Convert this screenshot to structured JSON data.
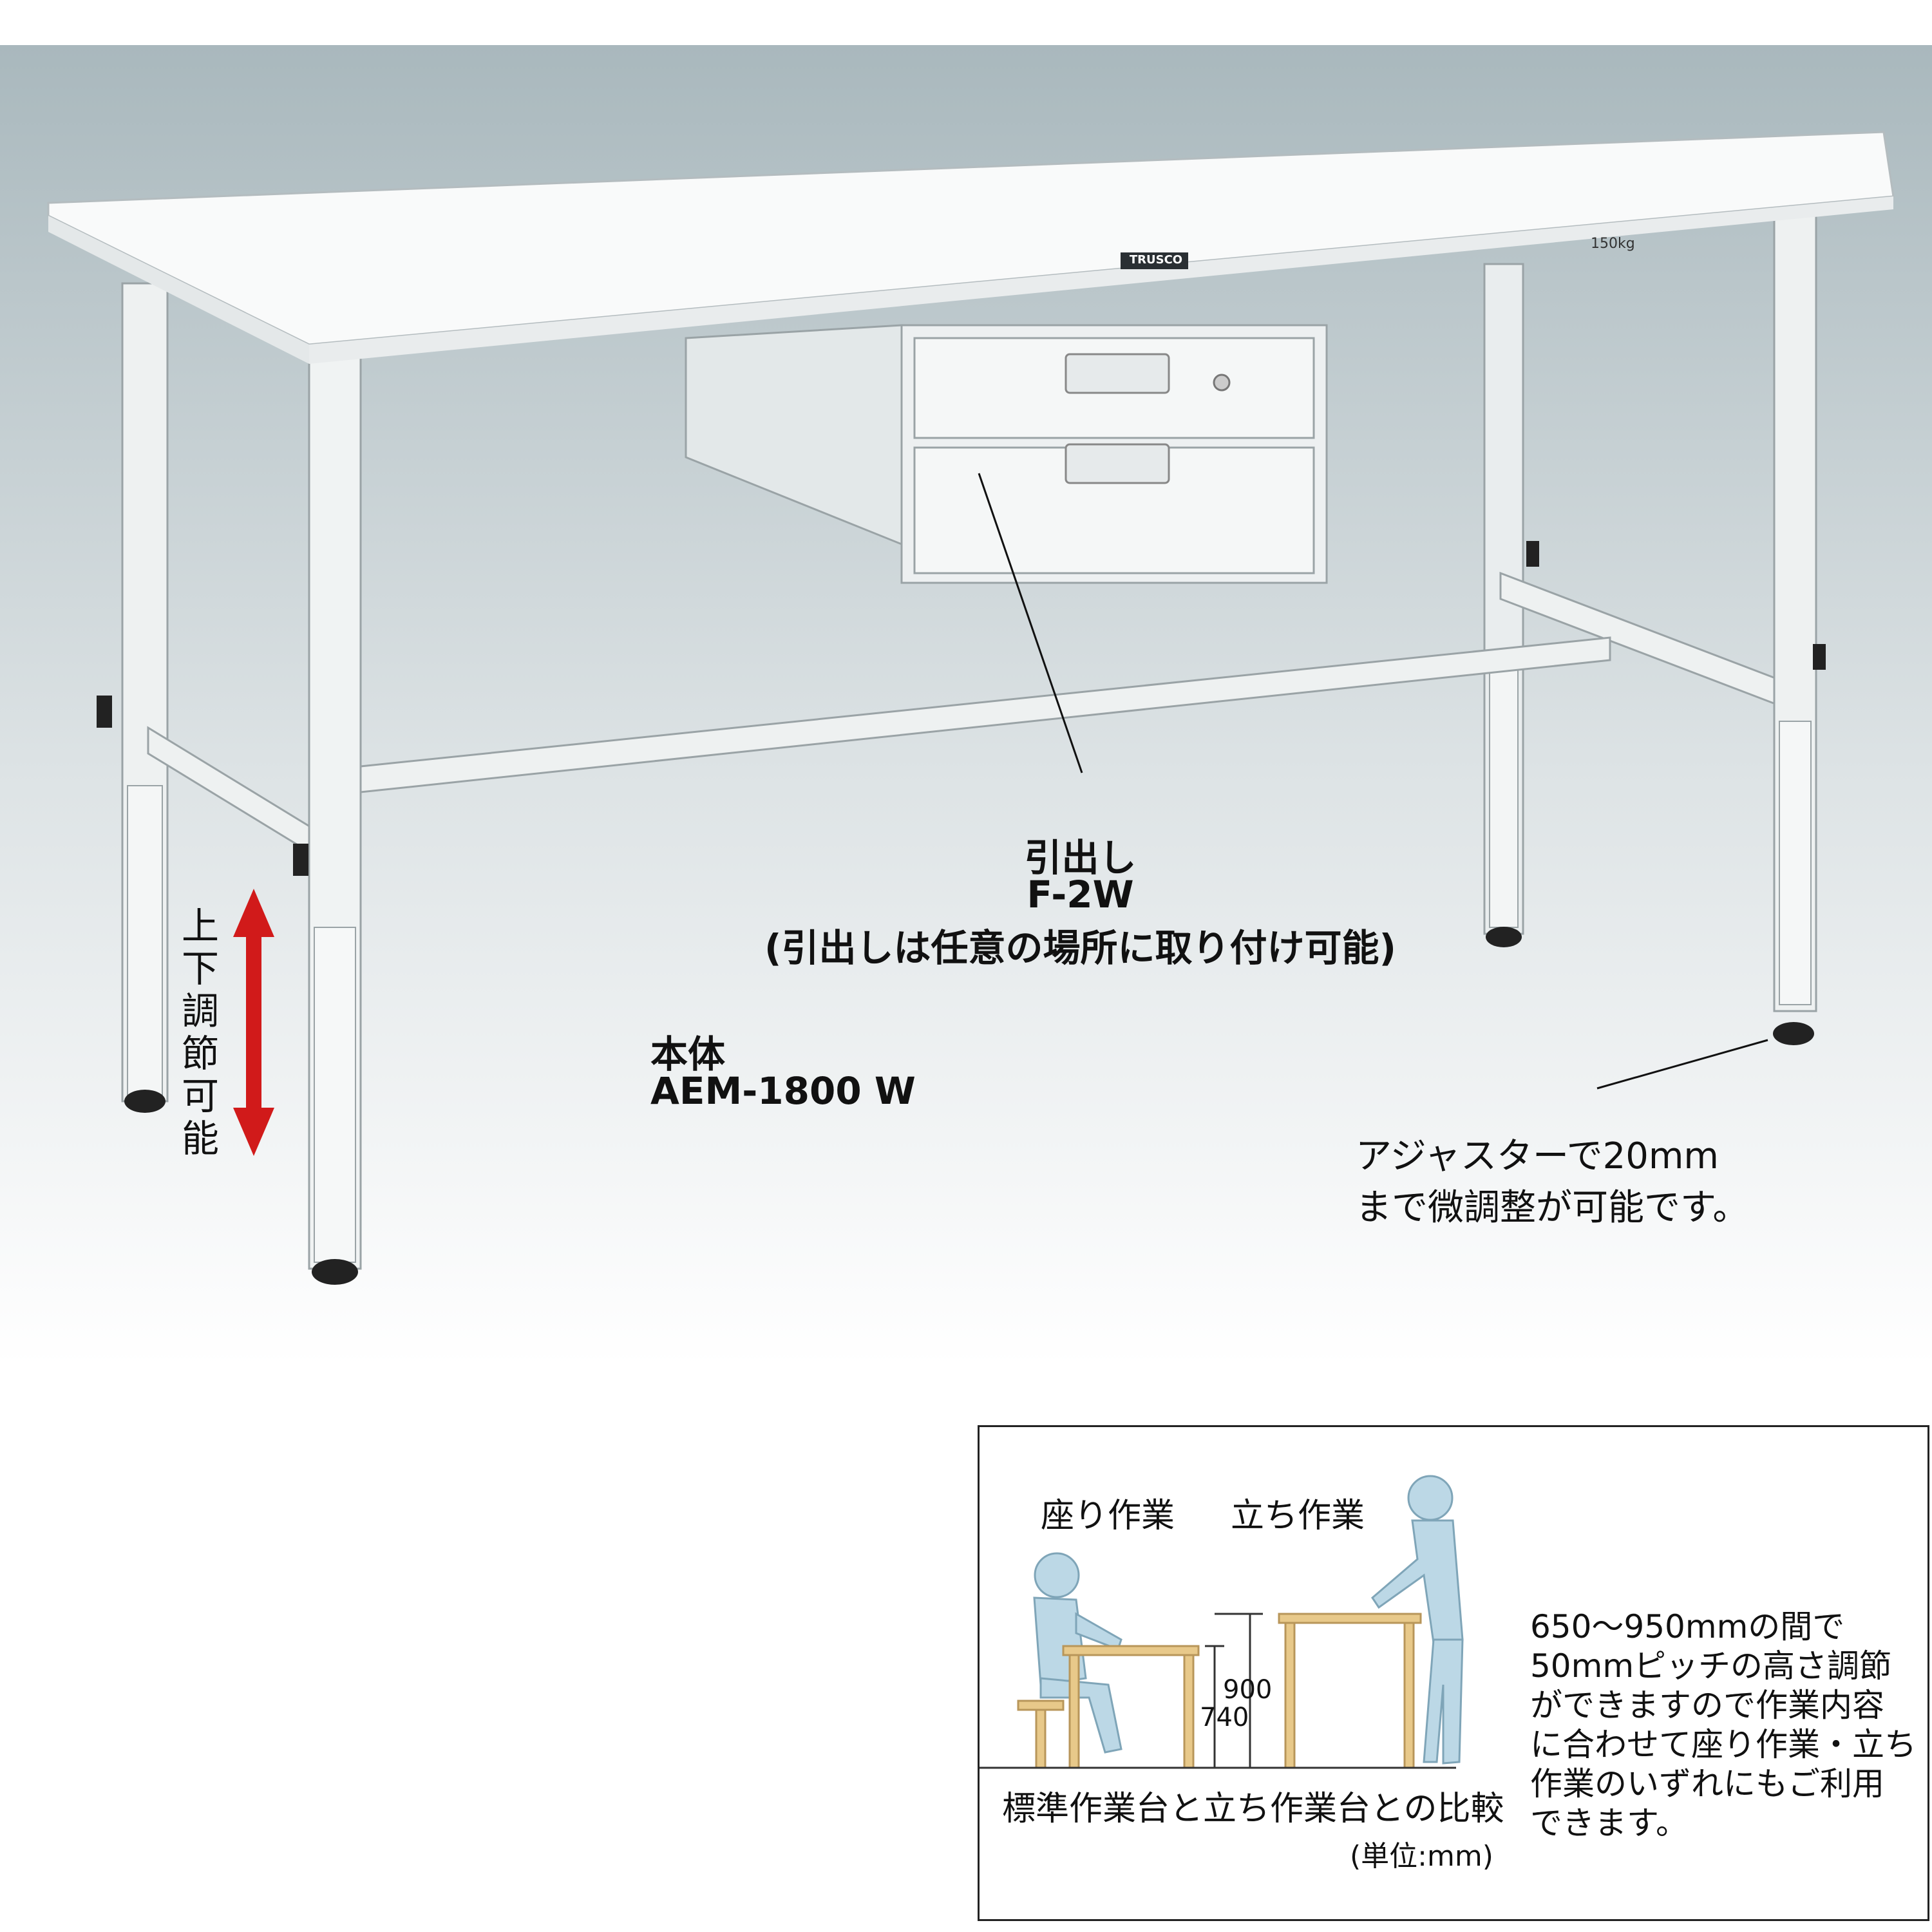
{
  "brand": {
    "logo_text": "TRUSCO"
  },
  "table_plate": {
    "capacity_text": "150kg"
  },
  "callouts": {
    "drawer_title": "引出し",
    "drawer_model": "F-2W",
    "drawer_note": "(引出しは任意の場所に取り付け可能)",
    "body_title": "本体",
    "body_model": "AEM-1800 W",
    "vertical_adjust_chars": [
      "上",
      "下",
      "調",
      "節",
      "可",
      "能"
    ],
    "adjuster_line1": "アジャスターで20mm",
    "adjuster_line2": "まで微調整が可能です。"
  },
  "inset": {
    "sitting_label": "座り作業",
    "standing_label": "立ち作業",
    "height_standing": "900",
    "height_sitting": "740",
    "caption": "標準作業台と立ち作業台との比較",
    "unit": "(単位:mm)",
    "description_lines": [
      "650～950mmの間で",
      "50mmピッチの高さ調節",
      "ができますので作業内容",
      "に合わせて座り作業・立ち",
      "作業のいずれにもご利用",
      "できます。"
    ]
  },
  "colors": {
    "arrow": "#d11a1a",
    "desk_wood": "#e8c98a",
    "figure": "#bcd8e6",
    "background_top": "#a9b8bd"
  }
}
